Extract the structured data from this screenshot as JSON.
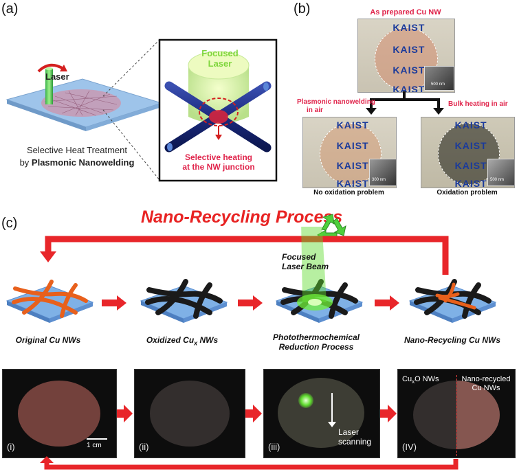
{
  "panel_labels": {
    "a": "(a)",
    "b": "(b)",
    "c": "(c)"
  },
  "panel_a": {
    "laser_label": "Laser",
    "focused_laser_line1": "Focused",
    "focused_laser_line2": "Laser",
    "selective_heating_line1": "Selective heating",
    "selective_heating_line2": "at the NW junction",
    "caption_line1": "Selective Heat Treatment",
    "caption_line2_prefix": "by ",
    "caption_line2_bold": "Plasmonic Nanowelding"
  },
  "panel_b": {
    "top_title": "As prepared Cu NW",
    "left_title_line1": "Plasmonic nanowelding",
    "left_title_line2": "in air",
    "right_title": "Bulk heating in air",
    "left_caption": "No oxidation problem",
    "right_caption": "Oxidation problem",
    "kaist_text": "KAIST",
    "top_scale": "500 nm",
    "left_scale": "300 nm",
    "right_scale": "500 nm"
  },
  "panel_c": {
    "title": "Nano-Recycling Process",
    "steps": [
      {
        "label_line1": "Original Cu NWs",
        "label_line2": ""
      },
      {
        "label_line1": "Oxidized Cu",
        "label_sub": "x",
        "label_suffix": " NWs"
      },
      {
        "label_line1": "Photothermochemical",
        "label_line2": "Reduction Process"
      },
      {
        "label_line1": "Nano-Recycling Cu NWs",
        "label_line2": ""
      }
    ],
    "focused_beam_line1": "Focused",
    "focused_beam_line2": "Laser Beam",
    "photos": [
      {
        "roman": "(i)",
        "scale": "1 cm"
      },
      {
        "roman": "(ii)"
      },
      {
        "roman": "(iii)",
        "laser_line1": "Laser",
        "laser_line2": "scanning"
      },
      {
        "roman": "(IV)",
        "cu2o_prefix": "Cu",
        "cu2o_sub": "x",
        "cu2o_suffix": "O NWs",
        "recycled_line1": "Nano-recycled",
        "recycled_line2": "Cu NWs"
      }
    ]
  },
  "colors": {
    "accent_red": "#e8262a",
    "nanowire_orange": "#e8601c",
    "substrate_blue": "#5d8fd0",
    "laser_green": "#5fdc2e",
    "kaist_blue": "#1a3a9b",
    "title_red": "#e82323"
  }
}
